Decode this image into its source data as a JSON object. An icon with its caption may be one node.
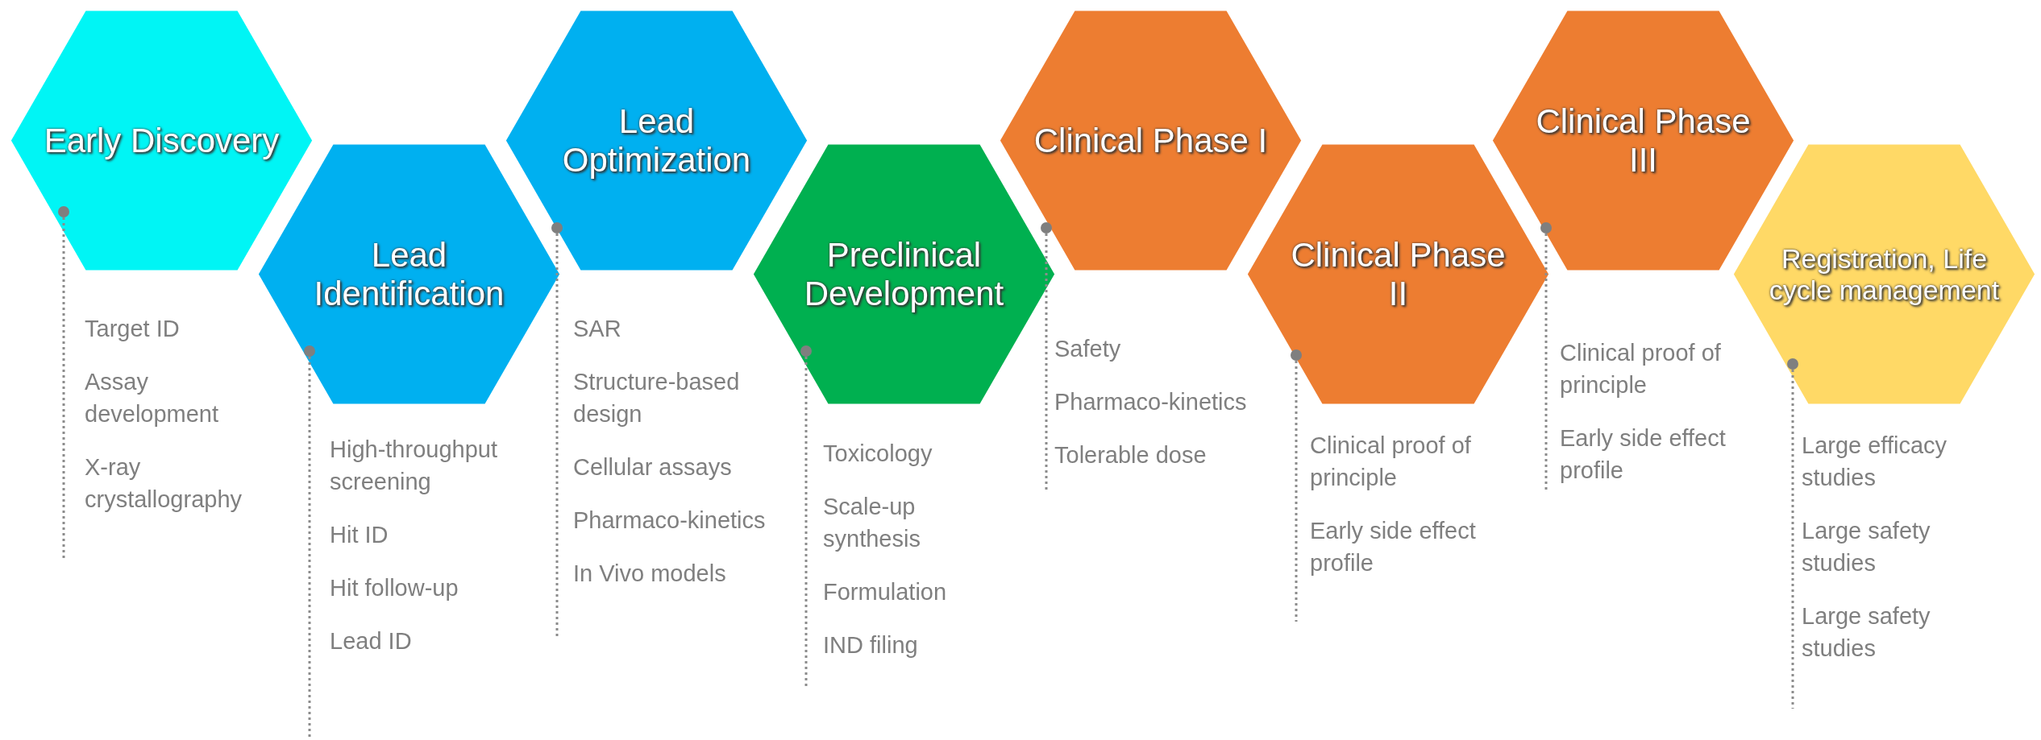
{
  "diagram": {
    "nodes": [
      {
        "text": [
          "Early Discovery"
        ]
      },
      {
        "text": [
          "Lead Identification"
        ]
      },
      {
        "text": [
          "Lead Optimization"
        ]
      },
      {
        "text": [
          "Preclinical Development"
        ]
      },
      {
        "text": [
          "Clinical Phase I"
        ]
      },
      {
        "text": [
          "Clinical Phase II"
        ]
      },
      {
        "text": [
          "Clinical Phase III"
        ]
      },
      {
        "text": [
          "Registration, Life cycle management"
        ]
      }
    ],
    "labels": [
      "Target ID",
      "Assay development",
      "X-ray crystallography",
      "High-throughput screening",
      "Hit ID",
      "Hit follow-up",
      "Lead ID",
      "SAR",
      "Structure-based design",
      "Cellular assays",
      "Pharmaco-kinetics",
      "In Vivo models",
      "Toxicology",
      "Scale-up synthesis",
      "Formulation",
      "IND filing",
      "Safety",
      "Pharmaco-kinetics",
      "Tolerable dose",
      "Clinical proof of principle",
      "Early side effect profile",
      "Clinical proof of principle",
      "Early side effect profile",
      "Large efficacy studies",
      "Large safety studies",
      "Large safety studies"
    ]
  }
}
